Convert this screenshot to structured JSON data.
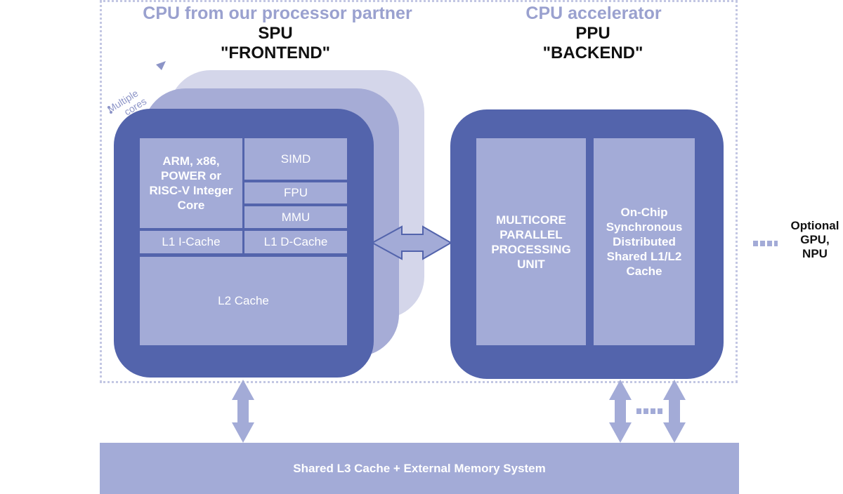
{
  "frontend": {
    "partner_label": "CPU from our processor partner",
    "unit": "SPU",
    "role": "\"FRONTEND\"",
    "multiple_cores_line1": "Multiple",
    "multiple_cores_line2": "cores",
    "blocks": {
      "integer_core": "ARM, x86, POWER or RISC-V Integer Core",
      "simd": "SIMD",
      "fpu": "FPU",
      "mmu": "MMU",
      "l1i": "L1 I-Cache",
      "l1d": "L1 D-Cache",
      "l2": "L2 Cache"
    }
  },
  "backend": {
    "partner_label": "CPU accelerator",
    "unit": "PPU",
    "role": "\"BACKEND\"",
    "blocks": {
      "mppu": "MULTICORE PARALLEL PROCESSING UNIT",
      "cache": "On-Chip Synchronous Distributed Shared L1/L2 Cache"
    }
  },
  "optional": "Optional GPU, NPU",
  "memory": "Shared L3 Cache + External Memory System",
  "colors": {
    "unit_blue": "#5364ac",
    "block_lavender": "#a3abd7",
    "frame_dots": "#c3c7e3",
    "label_lavender": "#9aa1cf"
  }
}
